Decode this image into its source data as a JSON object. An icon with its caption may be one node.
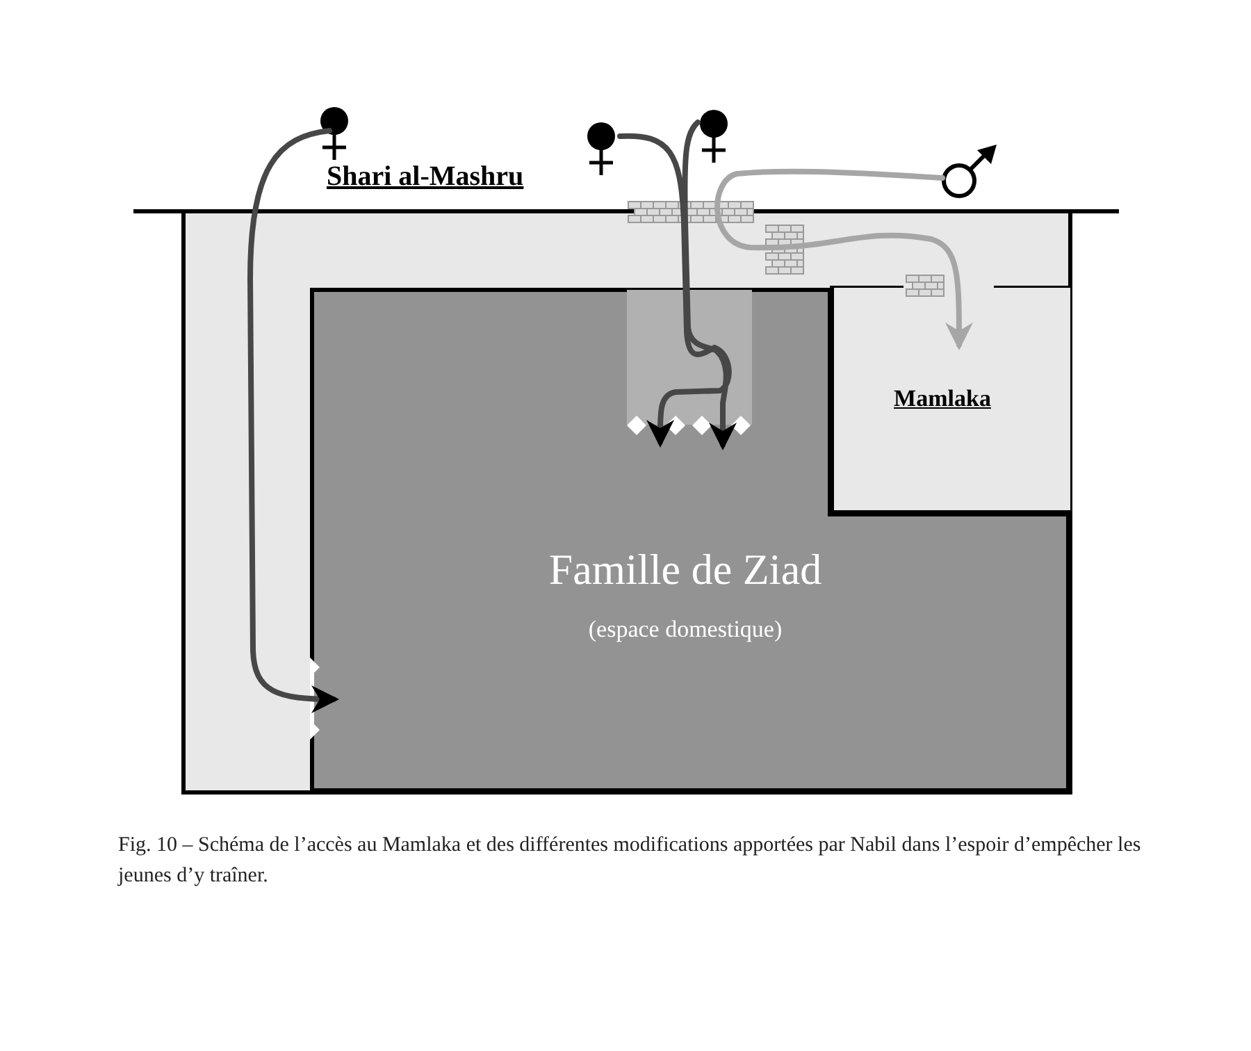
{
  "diagram": {
    "caption": "Fig. 10 – Schéma de l’accès au Mamlaka et des différentes modifications apportées par Nabil dans l’espoir d’empêcher les jeunes d’y traîner.",
    "nodes": [
      {
        "text": [],
        "shape": "person"
      },
      {
        "text": [],
        "shape": "person"
      },
      {
        "text": [],
        "shape": "person"
      },
      {
        "text": [],
        "shape": "person"
      },
      {
        "text": [
          "Famille de Ziad",
          "(espace domestique)"
        ]
      },
      {
        "text": [
          "Mamlaka"
        ]
      }
    ],
    "edges": [
      {
        "from": 0,
        "to": 4,
        "arrow": "to"
      },
      {
        "from": 1,
        "to": 4,
        "arrow": "to"
      },
      {
        "from": 2,
        "to": 4,
        "arrow": "to"
      },
      {
        "from": 3,
        "to": 5,
        "arrow": "to",
        "color": "#a6a6a6"
      }
    ],
    "labels": [
      "Shari al-Mashru"
    ]
  }
}
